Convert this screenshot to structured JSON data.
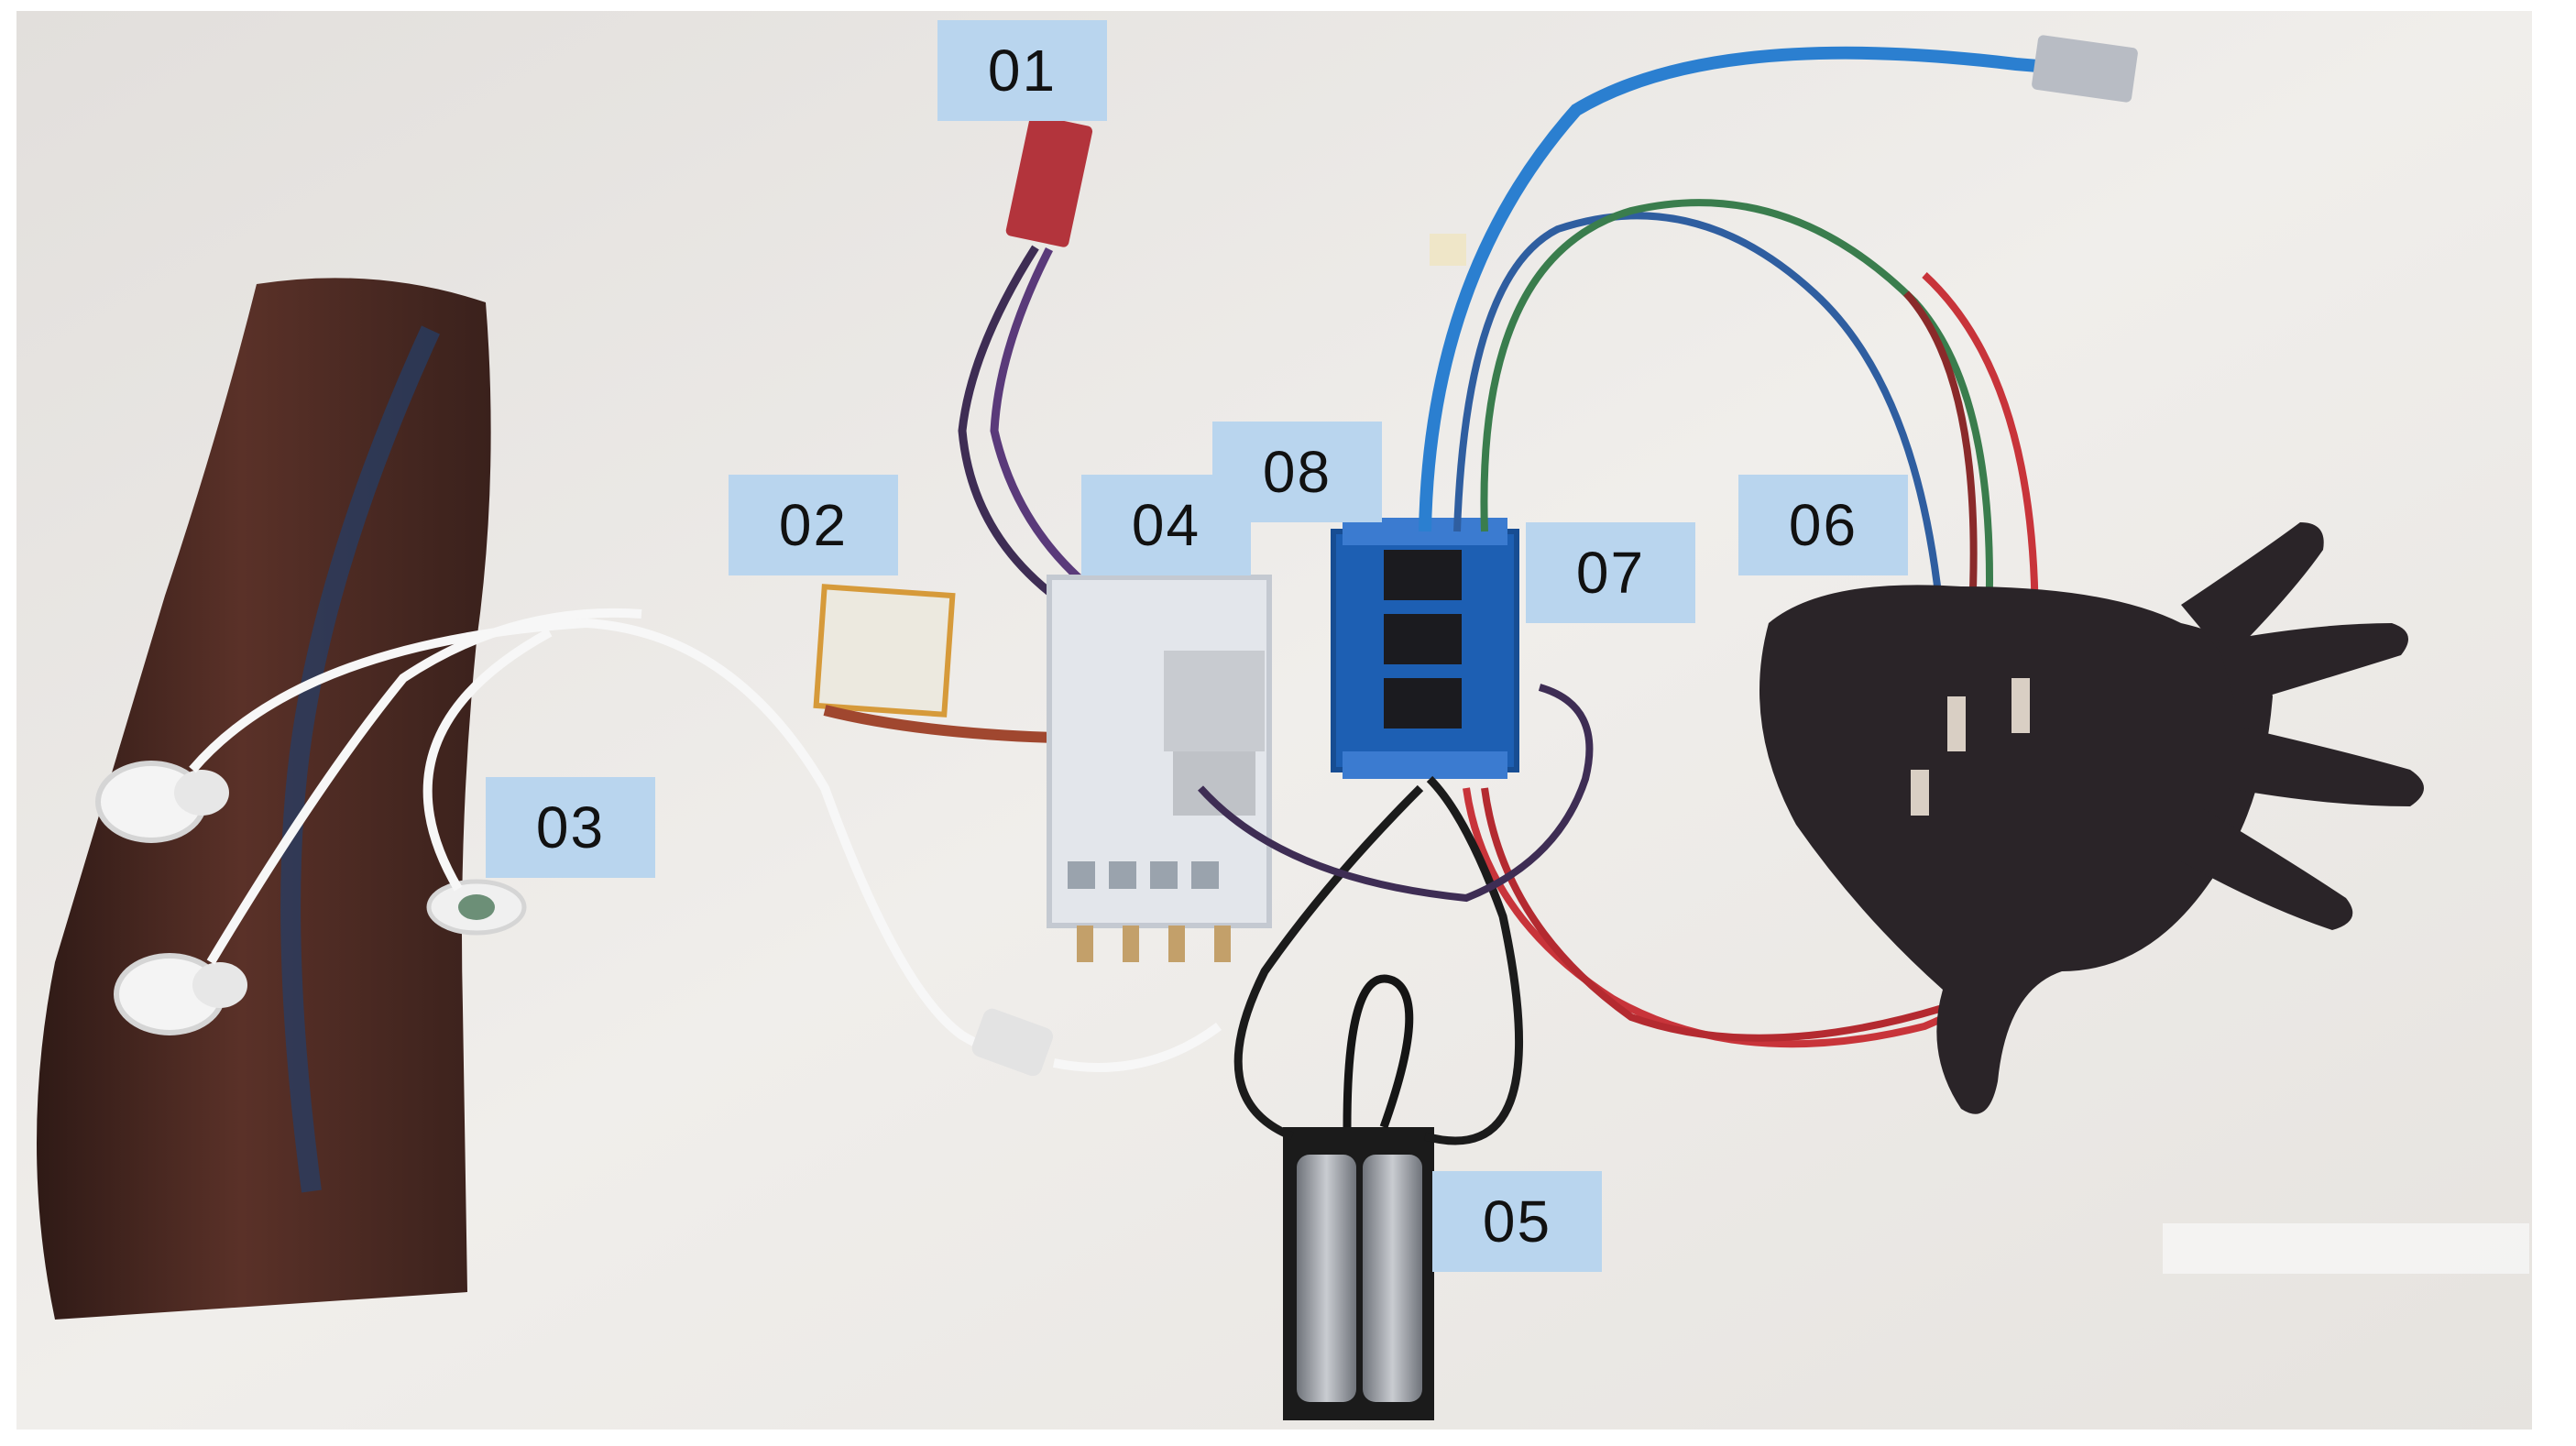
{
  "photo": {
    "description_colors": {
      "background": "#ece9e4",
      "arm": "#4a2a22",
      "label_fill": "#b9d5ee",
      "board_blue": "#1d5fb3",
      "board_white": "#e6e9ee",
      "battery": "#9a9ea6",
      "wire_blue": "#2b7fd0",
      "wire_red": "#c8343a",
      "wire_purple": "#5a3a7a",
      "wire_black": "#1b1b1b",
      "wire_white": "#f2f2f2",
      "glove": "#2a2428"
    }
  },
  "labels": [
    {
      "id": "01",
      "text": "01"
    },
    {
      "id": "02",
      "text": "02"
    },
    {
      "id": "03",
      "text": "03"
    },
    {
      "id": "04",
      "text": "04"
    },
    {
      "id": "05",
      "text": "05"
    },
    {
      "id": "06",
      "text": "06"
    },
    {
      "id": "07",
      "text": "07"
    },
    {
      "id": "08",
      "text": "08"
    }
  ]
}
